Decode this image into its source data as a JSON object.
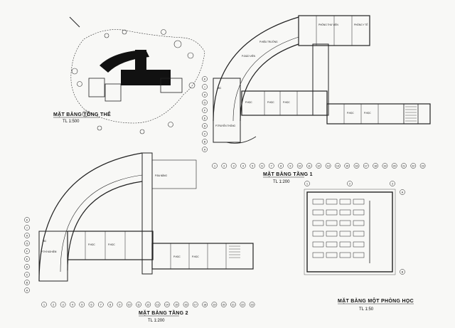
{
  "drawings": {
    "site": {
      "title": "MẶT BẰNG TỔNG THỂ",
      "scale": "TL 1:500"
    },
    "floor1": {
      "title": "MẶT BẰNG TẦNG 1",
      "scale": "TL 1:200"
    },
    "floor2": {
      "title": "MẶT BẰNG TẦNG 2",
      "scale": "TL 1:200"
    },
    "classroom": {
      "title": "MẶT BẰNG MỘT PHÒNG HỌC",
      "scale": "TL 1:50"
    }
  },
  "rooms": {
    "f1_office1": "PHÒNG THƯ VIỆN",
    "f1_office2": "PHÒNG Y TẾ",
    "f1_office3": "P.GIÁO VIÊN",
    "f1_office4": "P.HIỆU TRƯỞNG",
    "f1_class": "P.HỌC",
    "f1_storage": "P.TRUYỀN THỐNG",
    "f1_wc": "WC",
    "f2_class": "P.HỌC",
    "f2_lab": "P.THÍ NGHIỆM",
    "f2_hall": "P.ĐA NĂNG",
    "f2_wc": "WC"
  },
  "axes": {
    "floor1_bottom": [
      "1",
      "2",
      "3",
      "4",
      "5",
      "6",
      "7",
      "8",
      "9",
      "10",
      "11",
      "12",
      "13",
      "14",
      "15",
      "16",
      "17",
      "18",
      "19",
      "20",
      "21",
      "22",
      "23"
    ],
    "floor2_bottom": [
      "1",
      "2",
      "3",
      "4",
      "5",
      "6",
      "7",
      "8",
      "9",
      "10",
      "11",
      "12",
      "13",
      "14",
      "15",
      "16",
      "17",
      "18",
      "19",
      "20",
      "21",
      "22",
      "23"
    ],
    "letters": [
      "A",
      "B",
      "C",
      "D",
      "E",
      "F",
      "G",
      "H",
      "I",
      "K"
    ],
    "classroom_cols": [
      "1",
      "2",
      "3"
    ],
    "classroom_rows": [
      "A",
      "B"
    ]
  },
  "colors": {
    "ink": "#222222",
    "paper": "#f8f8f6",
    "fill": "#111111"
  }
}
